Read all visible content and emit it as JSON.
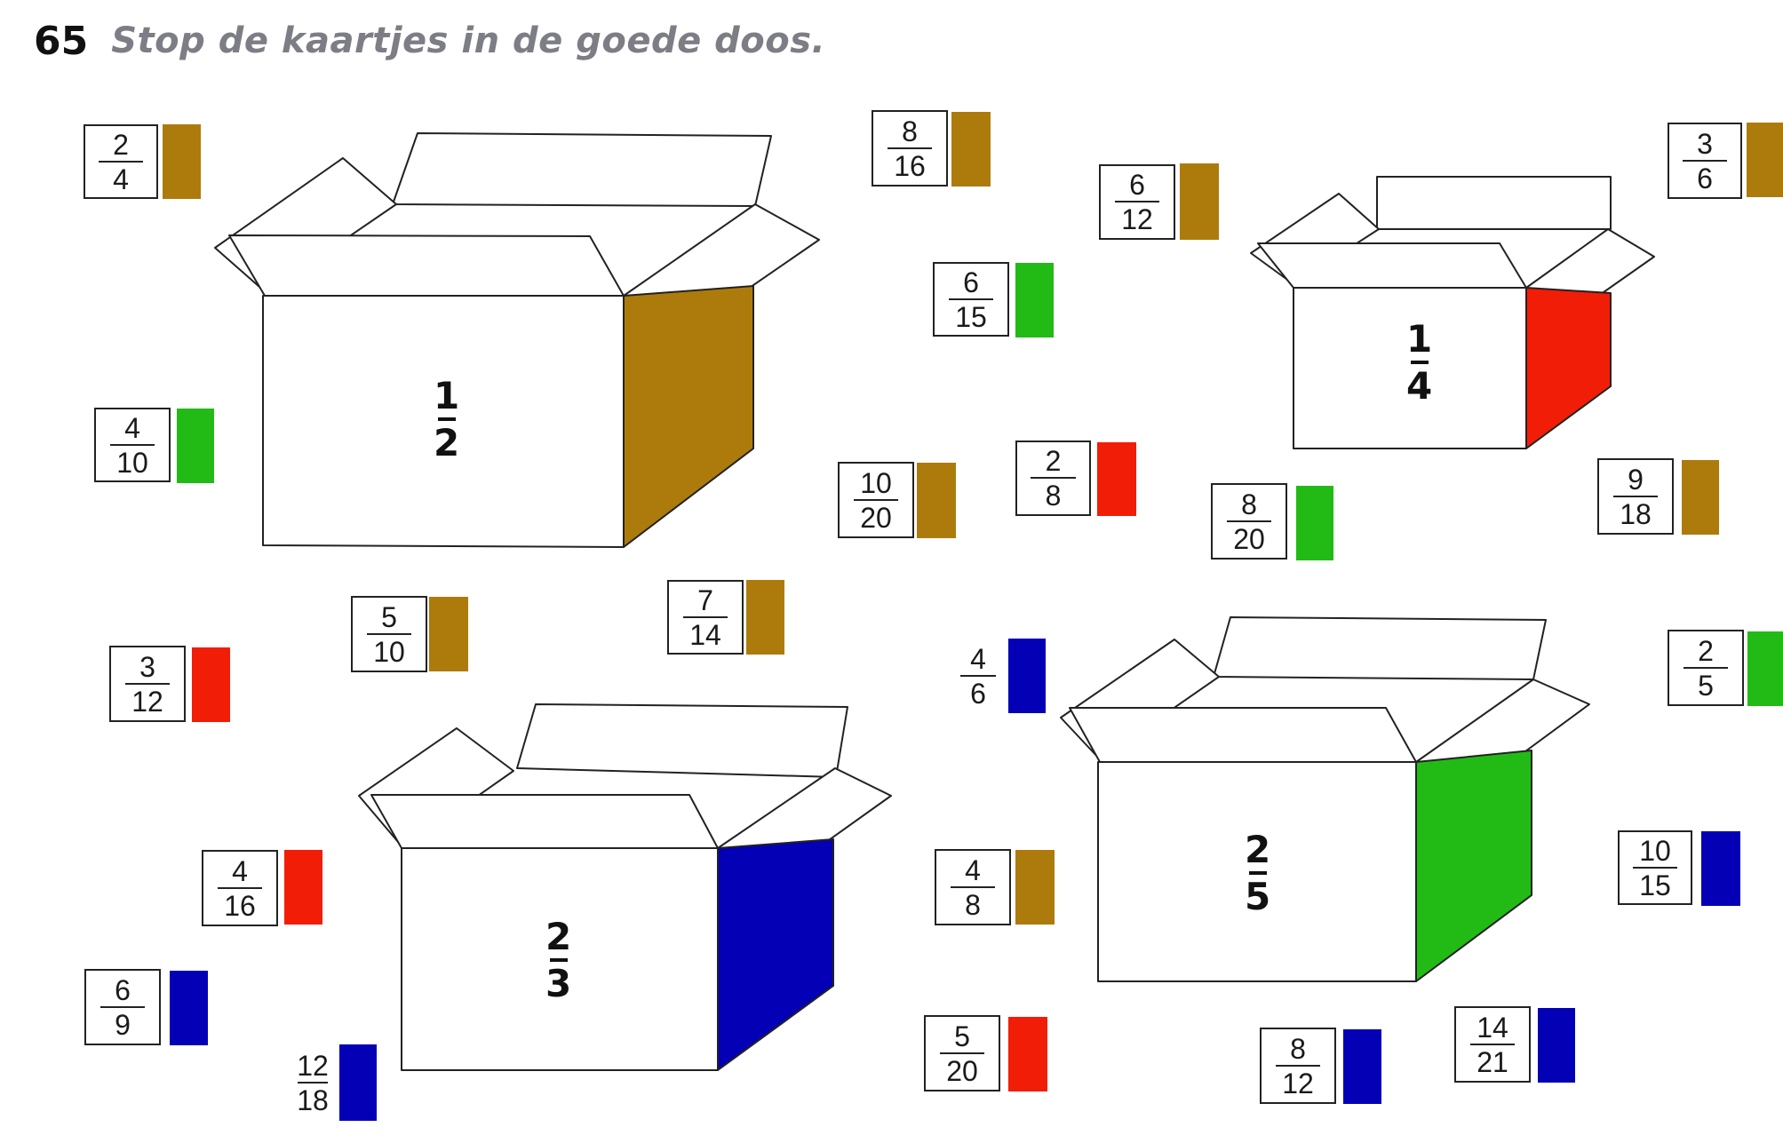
{
  "exercise": {
    "number": "65",
    "instruction": "Stop de kaartjes in de goede doos."
  },
  "colors": {
    "outline": "#222222",
    "gold": "#ad7b0c",
    "green": "#22bb16",
    "red": "#f21d06",
    "blue": "#0400b5"
  },
  "boxes": [
    {
      "fraction": {
        "num": "1",
        "den": "2"
      },
      "side_color": "gold"
    },
    {
      "fraction": {
        "num": "1",
        "den": "4"
      },
      "side_color": "red"
    },
    {
      "fraction": {
        "num": "2",
        "den": "3"
      },
      "side_color": "blue"
    },
    {
      "fraction": {
        "num": "2",
        "den": "5"
      },
      "side_color": "green"
    }
  ],
  "cards": [
    {
      "num": "2",
      "den": "4",
      "color": "gold"
    },
    {
      "num": "4",
      "den": "10",
      "color": "green"
    },
    {
      "num": "8",
      "den": "16",
      "color": "gold"
    },
    {
      "num": "6",
      "den": "15",
      "color": "green"
    },
    {
      "num": "6",
      "den": "12",
      "color": "gold"
    },
    {
      "num": "3",
      "den": "6",
      "color": "gold"
    },
    {
      "num": "10",
      "den": "20",
      "color": "gold"
    },
    {
      "num": "2",
      "den": "8",
      "color": "red"
    },
    {
      "num": "8",
      "den": "20",
      "color": "green"
    },
    {
      "num": "9",
      "den": "18",
      "color": "gold"
    },
    {
      "num": "3",
      "den": "12",
      "color": "red"
    },
    {
      "num": "5",
      "den": "10",
      "color": "gold"
    },
    {
      "num": "7",
      "den": "14",
      "color": "gold"
    },
    {
      "num": "4",
      "den": "6",
      "color": "blue"
    },
    {
      "num": "2",
      "den": "5",
      "color": "green"
    },
    {
      "num": "4",
      "den": "16",
      "color": "red"
    },
    {
      "num": "6",
      "den": "9",
      "color": "blue"
    },
    {
      "num": "12",
      "den": "18",
      "color": "blue"
    },
    {
      "num": "4",
      "den": "8",
      "color": "gold"
    },
    {
      "num": "10",
      "den": "15",
      "color": "blue"
    },
    {
      "num": "5",
      "den": "20",
      "color": "red"
    },
    {
      "num": "8",
      "den": "12",
      "color": "blue"
    },
    {
      "num": "14",
      "den": "21",
      "color": "blue"
    }
  ]
}
